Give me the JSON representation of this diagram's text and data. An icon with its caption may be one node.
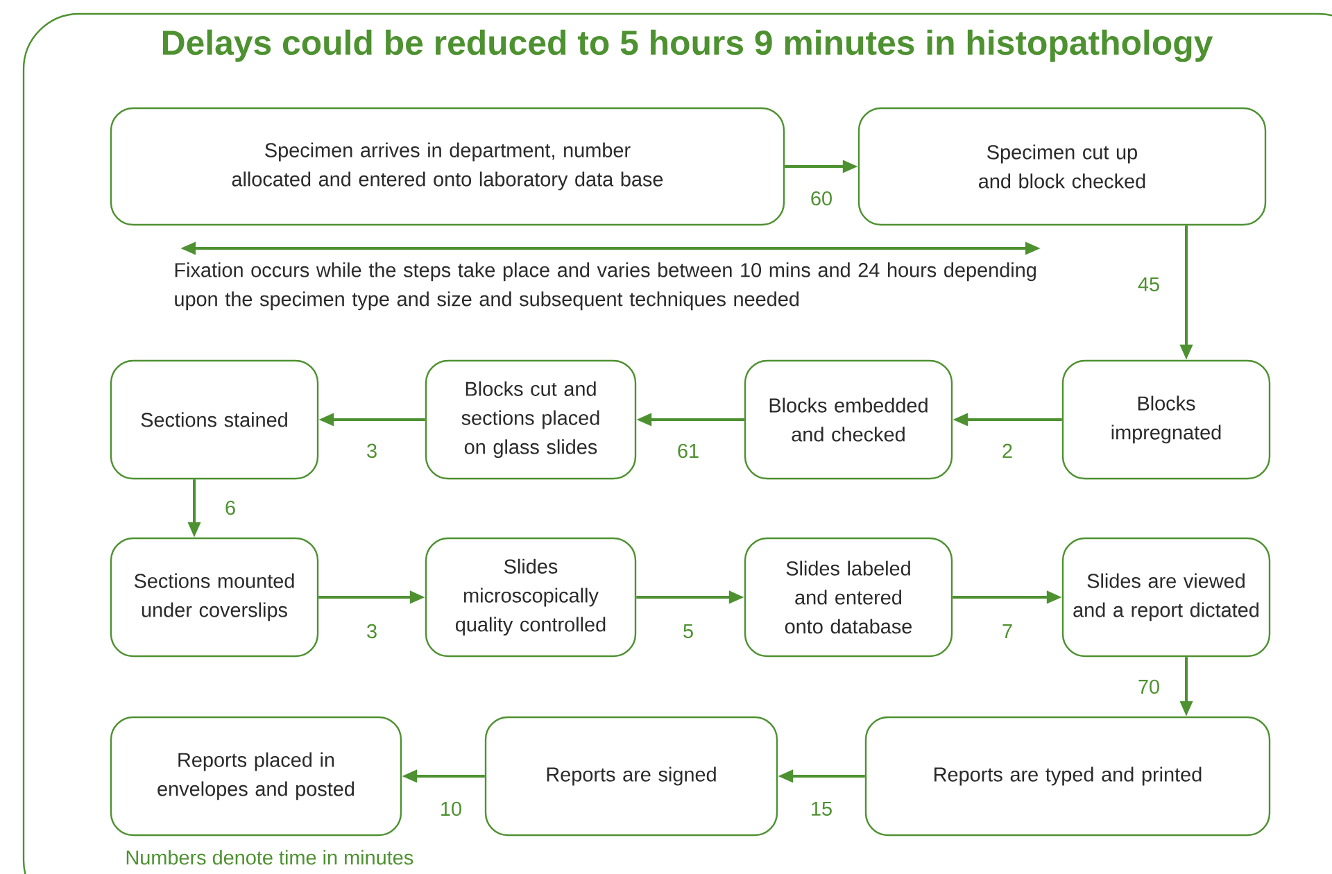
{
  "diagram": {
    "title": "Delays could be reduced to 5 hours 9 minutes in histopathology",
    "caption": "Numbers denote time in minutes",
    "nodes": [
      {
        "text": [
          "Specimen arrives in department, number allocated and entered onto laboratory data base"
        ]
      },
      {
        "text": [
          "Specimen cut up and block checked"
        ]
      },
      {
        "text": [
          "Blocks impregnated"
        ]
      },
      {
        "text": [
          "Blocks embedded and checked"
        ]
      },
      {
        "text": [
          "Blocks cut and sections placed on glass slides"
        ]
      },
      {
        "text": [
          "Sections stained"
        ]
      },
      {
        "text": [
          "Sections mounted under coverslips"
        ]
      },
      {
        "text": [
          "Slides microscopically quality controlled"
        ]
      },
      {
        "text": [
          "Slides labeled and entered onto database"
        ]
      },
      {
        "text": [
          "Slides are viewed and a report dictated"
        ]
      },
      {
        "text": [
          "Reports are typed and printed"
        ]
      },
      {
        "text": [
          "Reports are signed"
        ]
      },
      {
        "text": [
          "Reports placed in envelopes and posted"
        ]
      }
    ],
    "edges": [
      {
        "from": 0,
        "to": 1,
        "arrow": "to",
        "label": "60"
      },
      {
        "from": 1,
        "to": 2,
        "arrow": "to",
        "label": "45"
      },
      {
        "from": 2,
        "to": 3,
        "arrow": "to",
        "label": "2"
      },
      {
        "from": 3,
        "to": 4,
        "arrow": "to",
        "label": "61"
      },
      {
        "from": 4,
        "to": 5,
        "arrow": "to",
        "label": "3"
      },
      {
        "from": 5,
        "to": 6,
        "arrow": "to",
        "label": "6"
      },
      {
        "from": 6,
        "to": 7,
        "arrow": "to",
        "label": "3"
      },
      {
        "from": 7,
        "to": 8,
        "arrow": "to",
        "label": "5"
      },
      {
        "from": 8,
        "to": 9,
        "arrow": "to",
        "label": "7"
      },
      {
        "from": 9,
        "to": 10,
        "arrow": "to",
        "label": "70"
      },
      {
        "from": 10,
        "to": 11,
        "arrow": "to",
        "label": "15"
      },
      {
        "from": 11,
        "to": 12,
        "arrow": "to",
        "label": "10"
      }
    ],
    "labels": [
      "Fixation occurs while the steps take place and varies between 10 mins and 24 hours depending upon the specimen type and size and subsequent techniques needed"
    ]
  }
}
